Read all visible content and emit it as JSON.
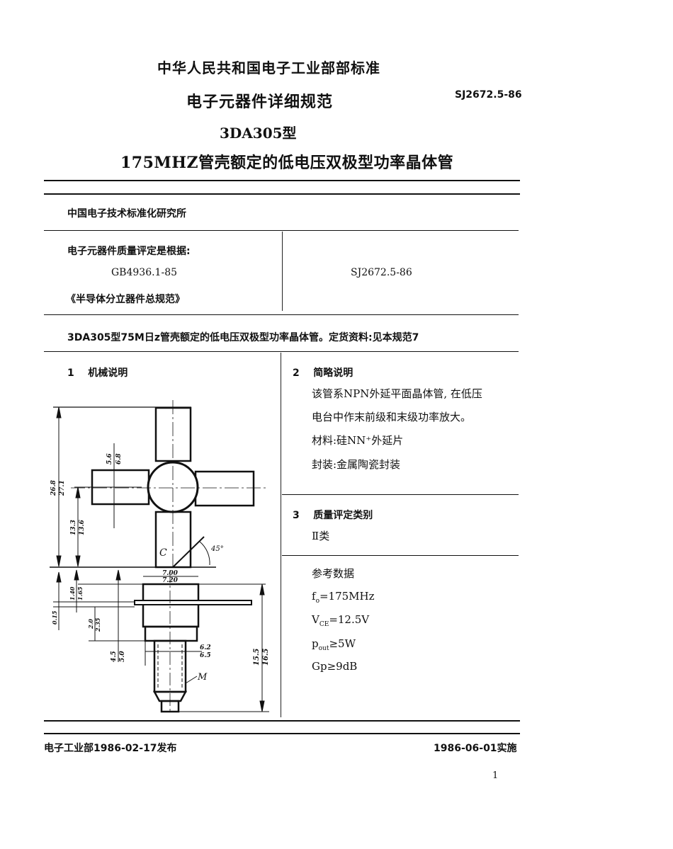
{
  "header": {
    "org_title": "中华人民共和国电子工业部部标准",
    "spec_title": "电子元器件详细规范",
    "std_code": "SJ2672.5-86",
    "model_title": "3DA305型",
    "device_title": "175MHZ管壳额定的低电压双极型功率晶体管"
  },
  "info_table": {
    "institute": "中国电子技术标准化研究所",
    "basis_label": "电子元器件质量评定是根据:",
    "basis_standard": "GB4936.1-85",
    "basis_name": "《半导体分立器件总规范》",
    "spec_number": "SJ2672.5-86",
    "summary": "3DA305型75M日z管壳额定的低电压双极型功率晶体管。定货资料:见本规范7"
  },
  "section1": {
    "number": "1",
    "title": "机械说明",
    "drawing": {
      "dims_top_view": [
        "26.8",
        "27.1",
        "5.6",
        "6.8",
        "13.3",
        "13.6",
        "45°"
      ],
      "label_c": "C",
      "dims_side_view": [
        "7.00",
        "7.20",
        "1.40",
        "1.65",
        "0.15",
        "2.0",
        "2.35",
        "4.5",
        "5.0",
        "6.2",
        "6.5",
        "15.5",
        "16.5"
      ],
      "label_m": "M"
    }
  },
  "section2": {
    "number": "2",
    "title": "简略说明",
    "lines": [
      "该管系NPN外延平面晶体管, 在低压",
      "电台中作末前级和末级功率放大。",
      "材料:硅NN⁺外延片",
      "封装:金属陶瓷封装"
    ]
  },
  "section3": {
    "number": "3",
    "title": "质量评定类别",
    "value": "Ⅱ类"
  },
  "reference": {
    "title": "参考数据",
    "f_main": "f",
    "f_sub": "o",
    "f_rest": "=175MHz",
    "v_main": "V",
    "v_sub": "CE",
    "v_rest": "=12.5V",
    "p_main": "p",
    "p_sub": "out",
    "p_rest": "≥5W",
    "g_text": "Gp≥9dB"
  },
  "footer": {
    "issued": "电子工业部1986-02-17发布",
    "effective": "1986-06-01实施",
    "page_number": "1"
  }
}
